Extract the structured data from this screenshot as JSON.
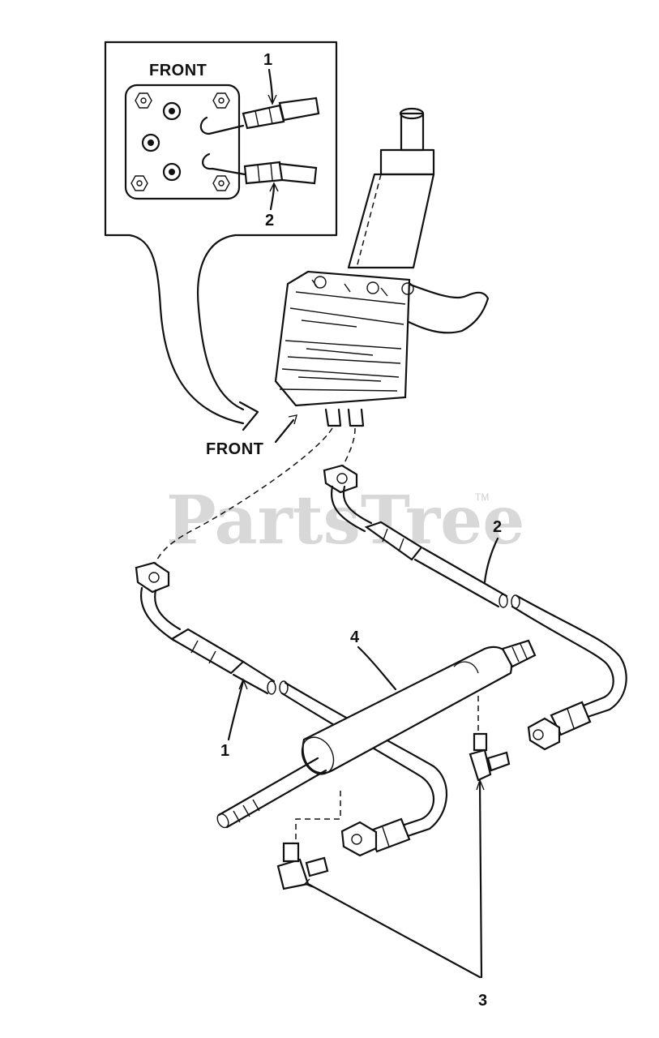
{
  "watermark": {
    "text": "PartsTree",
    "trademark": "TM"
  },
  "inset": {
    "front_label": "FRONT",
    "callouts": [
      "1",
      "2"
    ]
  },
  "main": {
    "front_label": "FRONT"
  },
  "parts": {
    "hose_1": "1",
    "hose_2": "2",
    "elbow_fittings": "3",
    "cylinder": "4"
  }
}
